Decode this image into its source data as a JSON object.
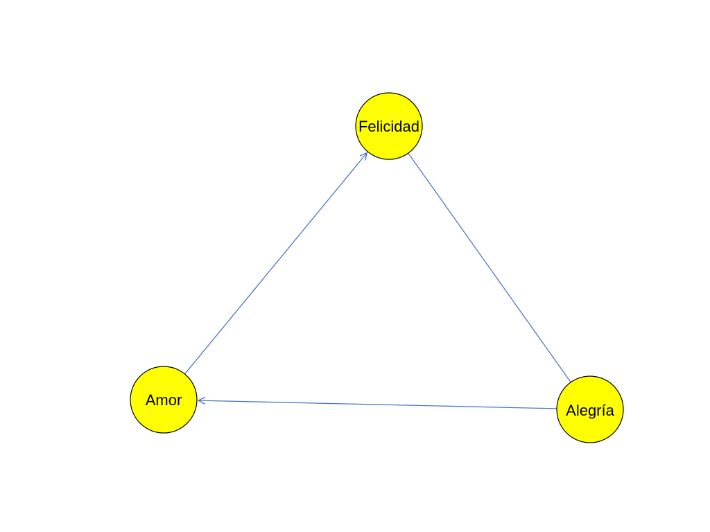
{
  "colors": {
    "node_fill": "#ffff00",
    "node_stroke": "#000000",
    "edge": "#4a78c2",
    "background": "#ffffff"
  },
  "nodes": [
    {
      "id": "felicidad",
      "label": "Felicidad"
    },
    {
      "id": "amor",
      "label": "Amor"
    },
    {
      "id": "alegria",
      "label": "Alegría"
    }
  ],
  "edges": [
    {
      "from": "amor",
      "to": "felicidad",
      "arrow": true
    },
    {
      "from": "alegria",
      "to": "felicidad",
      "arrow": false
    },
    {
      "from": "alegria",
      "to": "amor",
      "arrow": true
    }
  ]
}
